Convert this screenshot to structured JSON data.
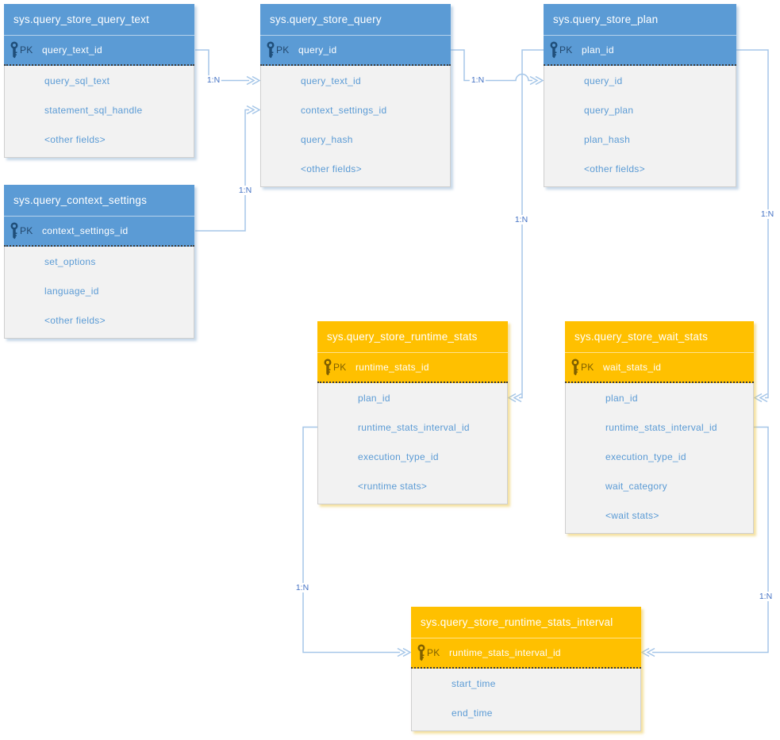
{
  "colors": {
    "blue_header": "#5B9BD5",
    "blue_key": "#1F4E79",
    "orange_header": "#FFC000",
    "orange_key": "#7F6000",
    "body_background": "#F2F2F2",
    "field_text": "#5B9BD5",
    "connector_line": "#A5C6E8",
    "connector_label_text": "#4472C4"
  },
  "tables": [
    {
      "title": "sys.query_store_query_text",
      "theme": "blue",
      "pk_badge": "PK",
      "pk_field": "query_text_id",
      "fields": [
        "query_sql_text",
        "statement_sql_handle",
        "<other fields>"
      ]
    },
    {
      "title": "sys.query_store_query",
      "theme": "blue",
      "pk_badge": "PK",
      "pk_field": "query_id",
      "fields": [
        "query_text_id",
        "context_settings_id",
        "query_hash",
        "<other fields>"
      ]
    },
    {
      "title": "sys.query_store_plan",
      "theme": "blue",
      "pk_badge": "PK",
      "pk_field": "plan_id",
      "fields": [
        "query_id",
        "query_plan",
        "plan_hash",
        "<other fields>"
      ]
    },
    {
      "title": "sys.query_context_settings",
      "theme": "blue",
      "pk_badge": "PK",
      "pk_field": "context_settings_id",
      "fields": [
        "set_options",
        "language_id",
        "<other fields>"
      ]
    },
    {
      "title": "sys.query_store_runtime_stats",
      "theme": "orange",
      "pk_badge": "PK",
      "pk_field": "runtime_stats_id",
      "fields": [
        "plan_id",
        "runtime_stats_interval_id",
        "execution_type_id",
        "<runtime stats>"
      ]
    },
    {
      "title": "sys.query_store_wait_stats",
      "theme": "orange",
      "pk_badge": "PK",
      "pk_field": "wait_stats_id",
      "fields": [
        "plan_id",
        "runtime_stats_interval_id",
        "execution_type_id",
        "wait_category",
        "<wait stats>"
      ]
    },
    {
      "title": "sys.query_store_runtime_stats_interval",
      "theme": "orange",
      "pk_badge": "PK",
      "pk_field": "runtime_stats_interval_id",
      "fields": [
        "start_time",
        "end_time"
      ]
    }
  ],
  "connectors": [
    {
      "label": "1:N",
      "from": "sys.query_store_query_text.query_text_id",
      "to": "sys.query_store_query.query_text_id"
    },
    {
      "label": "1:N",
      "from": "sys.query_context_settings.context_settings_id",
      "to": "sys.query_store_query.context_settings_id"
    },
    {
      "label": "1:N",
      "from": "sys.query_store_query.query_id",
      "to": "sys.query_store_plan.query_id"
    },
    {
      "label": "1:N",
      "from": "sys.query_store_plan.plan_id",
      "to": "sys.query_store_runtime_stats.plan_id"
    },
    {
      "label": "1:N",
      "from": "sys.query_store_plan.plan_id",
      "to": "sys.query_store_wait_stats.plan_id"
    },
    {
      "label": "1:N",
      "from": "sys.query_store_runtime_stats.runtime_stats_interval_id",
      "to": "sys.query_store_runtime_stats_interval.runtime_stats_interval_id"
    },
    {
      "label": "1:N",
      "from": "sys.query_store_wait_stats.runtime_stats_interval_id",
      "to": "sys.query_store_runtime_stats_interval.runtime_stats_interval_id"
    }
  ]
}
